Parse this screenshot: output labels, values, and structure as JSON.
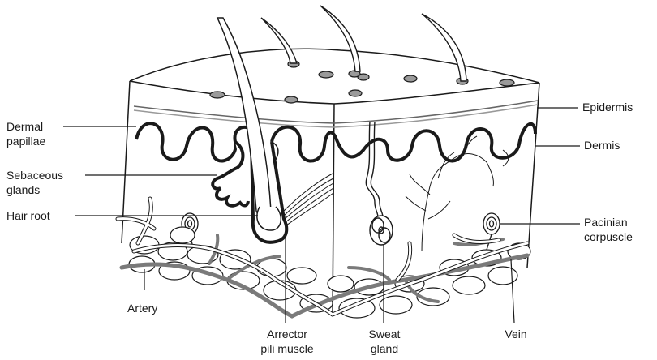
{
  "colors": {
    "outline": "#1a1a1a",
    "tissue_fill": "#ffffff",
    "vessel_gray": "#7a7a7a",
    "pore_gray": "#9a9a9a"
  },
  "labels": {
    "epidermis": "Epidermis",
    "dermis": "Dermis",
    "pacinian_1": "Pacinian",
    "pacinian_2": "corpuscle",
    "dermal_papillae_1": "Dermal",
    "dermal_papillae_2": "papillae",
    "sebaceous_1": "Sebaceous",
    "sebaceous_2": "glands",
    "hair_root": "Hair root",
    "artery": "Artery",
    "arrector_1": "Arrector",
    "arrector_2": "pili muscle",
    "sweat_1": "Sweat",
    "sweat_2": "gland",
    "vein": "Vein"
  }
}
